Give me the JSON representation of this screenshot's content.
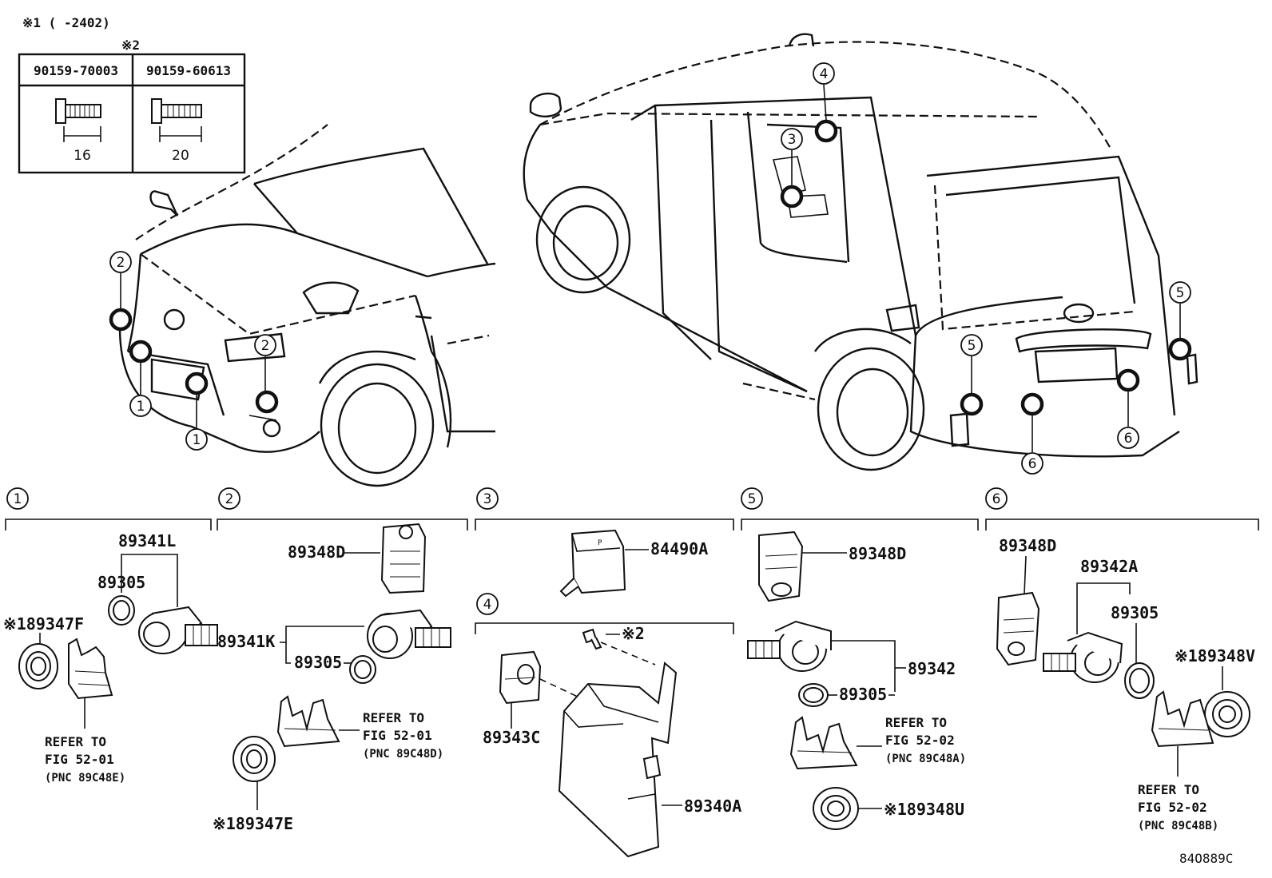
{
  "header": {
    "note1": "※1 (    -2402)",
    "note2": "※2"
  },
  "bolt_table": {
    "col1_part": "90159-70003",
    "col1_length": "16",
    "col2_part": "90159-60613",
    "col2_length": "20"
  },
  "callouts": {
    "c1": "1",
    "c2": "2",
    "c3": "3",
    "c4": "4",
    "c5": "5",
    "c6": "6"
  },
  "groups": {
    "g1": {
      "number": "1",
      "part_a": "89341L",
      "part_b": "89305",
      "part_c": "※189347F",
      "refer_1": "REFER TO",
      "refer_2": "FIG 52-01",
      "refer_3": "(PNC 89C48E)"
    },
    "g2": {
      "number": "2",
      "part_a": "89348D",
      "part_b": "89341K",
      "part_c": "89305",
      "part_d": "※189347E",
      "refer_1": "REFER TO",
      "refer_2": "FIG 52-01",
      "refer_3": "(PNC 89C48D)"
    },
    "g3": {
      "number": "3",
      "part_a": "84490A"
    },
    "g4": {
      "number": "4",
      "part_a": "※2",
      "part_b": "89343C",
      "part_c": "89340A"
    },
    "g5": {
      "number": "5",
      "part_a": "89348D",
      "part_b": "89342",
      "part_c": "89305",
      "part_d": "※189348U",
      "refer_1": "REFER TO",
      "refer_2": "FIG 52-02",
      "refer_3": "(PNC 89C48A)"
    },
    "g6": {
      "number": "6",
      "part_a": "89348D",
      "part_b": "89342A",
      "part_c": "89305",
      "part_d": "※189348V",
      "refer_1": "REFER TO",
      "refer_2": "FIG 52-02",
      "refer_3": "(PNC 89C48B)"
    }
  },
  "footer": {
    "figure_code": "84O889C"
  }
}
